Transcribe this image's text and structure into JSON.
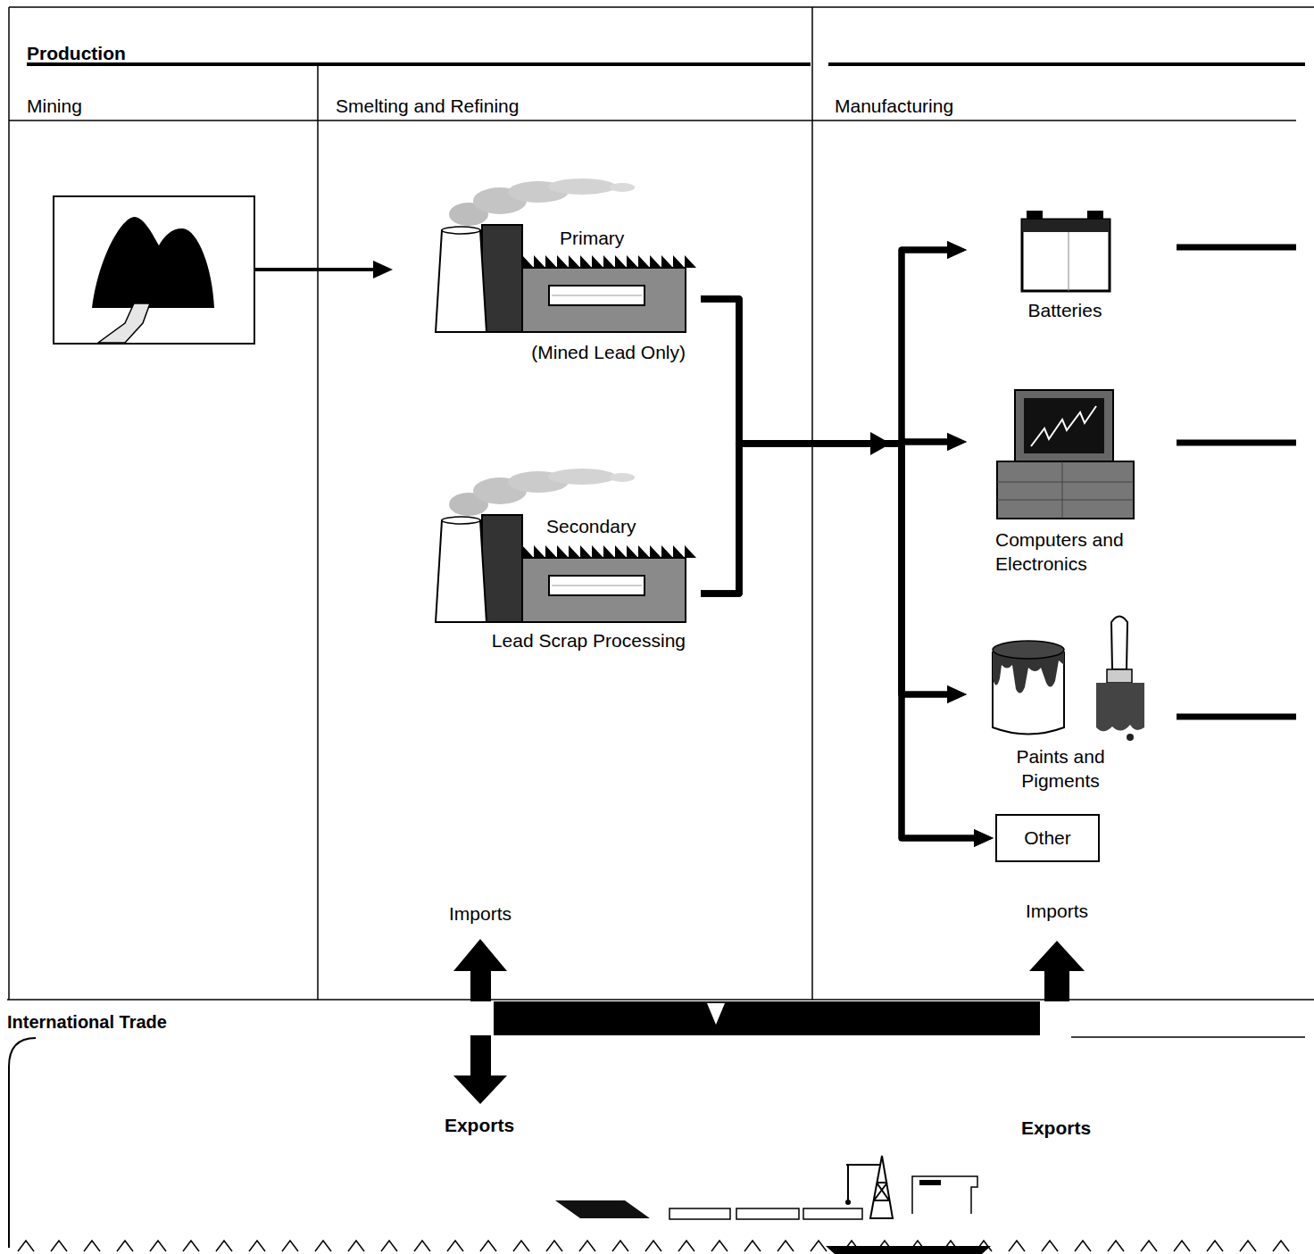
{
  "diagram": {
    "nodes": [
      {
        "text": [
          "Production"
        ]
      },
      {
        "text": [
          "Mining"
        ],
        "in": 0
      },
      {
        "text": [
          "Smelting and Refining"
        ],
        "in": 0
      },
      {
        "text": [
          "Manufacturing"
        ]
      },
      {
        "text": [
          "Primary",
          "(Mined Lead Only)"
        ],
        "in": 2
      },
      {
        "text": [
          "Secondary",
          "Lead Scrap Processing"
        ],
        "in": 2
      },
      {
        "text": [
          "Batteries"
        ],
        "in": 3
      },
      {
        "text": [
          "Computers and Electronics"
        ],
        "in": 3
      },
      {
        "text": [
          "Paints and Pigments"
        ],
        "in": 3
      },
      {
        "text": [
          "Other"
        ],
        "in": 3
      },
      {
        "text": [
          "International Trade"
        ]
      }
    ],
    "edges": [
      {
        "from": 1,
        "to": 4,
        "arrow": "to"
      },
      {
        "from": 4,
        "to": 6,
        "arrow": "to"
      },
      {
        "from": 4,
        "to": 7,
        "arrow": "to"
      },
      {
        "from": 4,
        "to": 8,
        "arrow": "to"
      },
      {
        "from": 4,
        "to": 9,
        "arrow": "to"
      },
      {
        "from": 5,
        "to": 6,
        "arrow": "to"
      },
      {
        "from": 5,
        "to": 7,
        "arrow": "to"
      },
      {
        "from": 5,
        "to": 8,
        "arrow": "to"
      },
      {
        "from": 5,
        "to": 9,
        "arrow": "to"
      }
    ],
    "labels": [
      "Imports",
      "Imports",
      "Exports",
      "Exports"
    ]
  }
}
